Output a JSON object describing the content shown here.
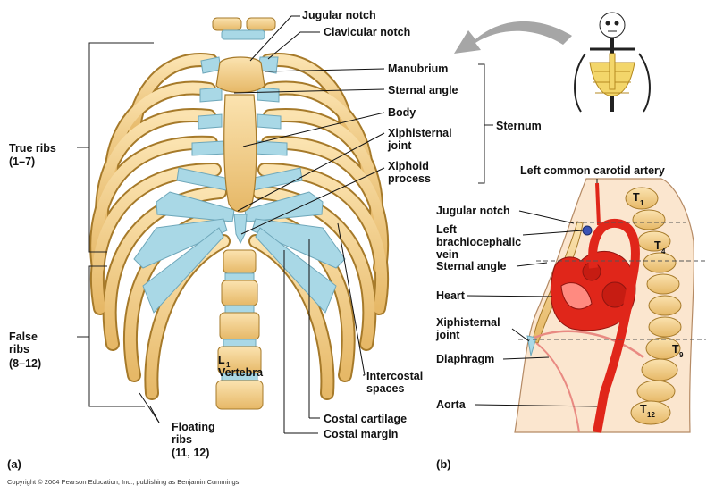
{
  "panels": {
    "a": "(a)",
    "b": "(b)"
  },
  "copyright": "Copyright © 2004 Pearson Education, Inc., publishing as Benjamin Cummings.",
  "left_labels": {
    "jugular_notch": "Jugular notch",
    "clavicular_notch": "Clavicular notch",
    "manubrium": "Manubrium",
    "sternal_angle": "Sternal angle",
    "body": "Body",
    "xiphisternal_joint": "Xiphisternal joint",
    "xiphoid_process": "Xiphoid process",
    "sternum": "Sternum",
    "true_ribs": "True ribs",
    "true_ribs_range": "(1–7)",
    "false_ribs": "False ribs",
    "false_ribs_range": "(8–12)",
    "floating_ribs": "Floating ribs",
    "floating_ribs_range": "(11, 12)",
    "vertebra_letter": "L",
    "vertebra_sub": "1",
    "vertebra": "Vertebra",
    "intercostal_spaces": "Intercostal spaces",
    "costal_cartilage": "Costal cartilage",
    "costal_margin": "Costal margin"
  },
  "right_labels": {
    "left_common_carotid": "Left common carotid artery",
    "jugular_notch": "Jugular notch",
    "left_brachiocephalic_vein": "Left brachiocephalic vein",
    "sternal_angle": "Sternal angle",
    "heart": "Heart",
    "xiphisternal_joint": "Xiphisternal joint",
    "diaphragm": "Diaphragm",
    "aorta": "Aorta",
    "t1": "T",
    "t1_sub": "1",
    "t4": "T",
    "t4_sub": "4",
    "t9": "T",
    "t9_sub": "9",
    "t12": "T",
    "t12_sub": "12"
  },
  "colors": {
    "bone": "#f1cf8a",
    "bone_edge": "#a67a2a",
    "cartilage": "#a9d8e6",
    "blood": "#e0261a",
    "body_fill": "#fbe6cf"
  }
}
